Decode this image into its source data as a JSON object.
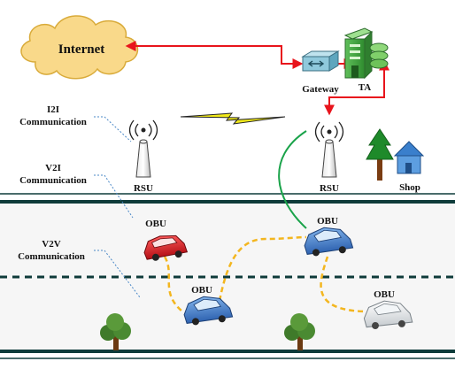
{
  "internet_label": "Internet",
  "gateway_label": "Gateway",
  "ta_label": "TA",
  "left_labels": {
    "i2i": [
      "I2I",
      "Communication"
    ],
    "v2i": [
      "V2I",
      "Communication"
    ],
    "v2v": [
      "V2V",
      "Communication"
    ]
  },
  "rsu_left_label": "RSU",
  "rsu_right_label": "RSU",
  "shop_label": "Shop",
  "obu_labels": {
    "red_car": "OBU",
    "blue_car_top": "OBU",
    "blue_car_bottom": "OBU",
    "white_car": "OBU"
  },
  "colors": {
    "cloud_fill": "#f9d98a",
    "link_red": "#e8141c",
    "i2i_bolt": "#f2ea1a",
    "v2i_green": "#1aa34a",
    "v2v_orange": "#f3b61f",
    "road_edge": "#0e3b3a",
    "road_fill": "#f5f5f5",
    "car_blue": "#3f7fcf",
    "car_red": "#e01e24",
    "car_white": "#e9ecee",
    "tree_green": "#1e8a2a",
    "shop_blue": "#3a7fcc"
  },
  "icons": [
    "cloud-icon",
    "gateway-icon",
    "ta-server-icon",
    "rsu-antenna-icon",
    "tree-icon",
    "shop-icon",
    "car-icon"
  ]
}
